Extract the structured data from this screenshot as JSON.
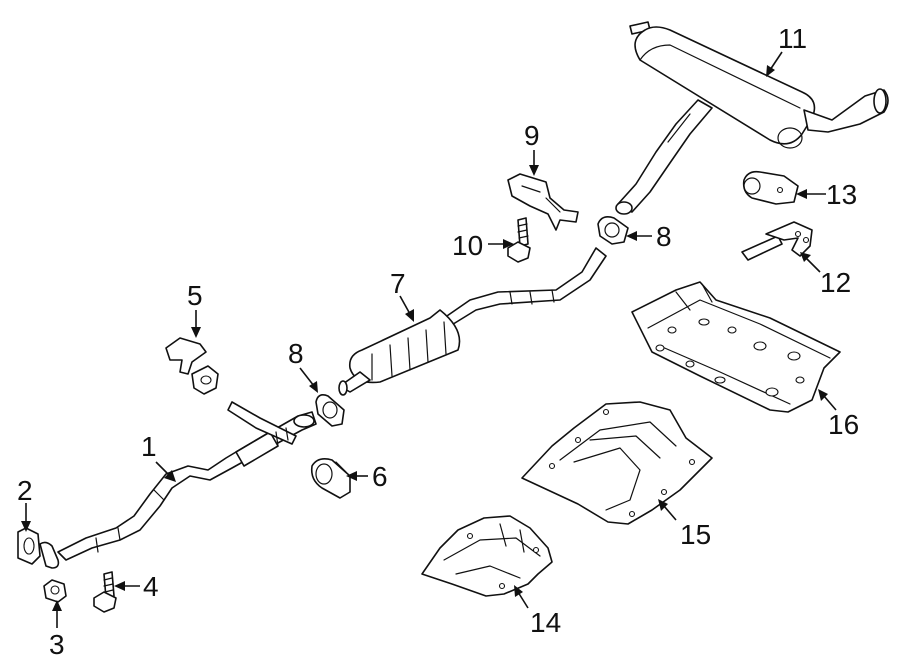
{
  "callouts": {
    "c1": "1",
    "c2": "2",
    "c3": "3",
    "c4": "4",
    "c5": "5",
    "c6": "6",
    "c7": "7",
    "c8a": "8",
    "c8b": "8",
    "c9": "9",
    "c10": "10",
    "c11": "11",
    "c12": "12",
    "c13": "13",
    "c14": "14",
    "c15": "15",
    "c16": "16"
  },
  "colors": {
    "line": "#111111",
    "background": "#ffffff"
  }
}
